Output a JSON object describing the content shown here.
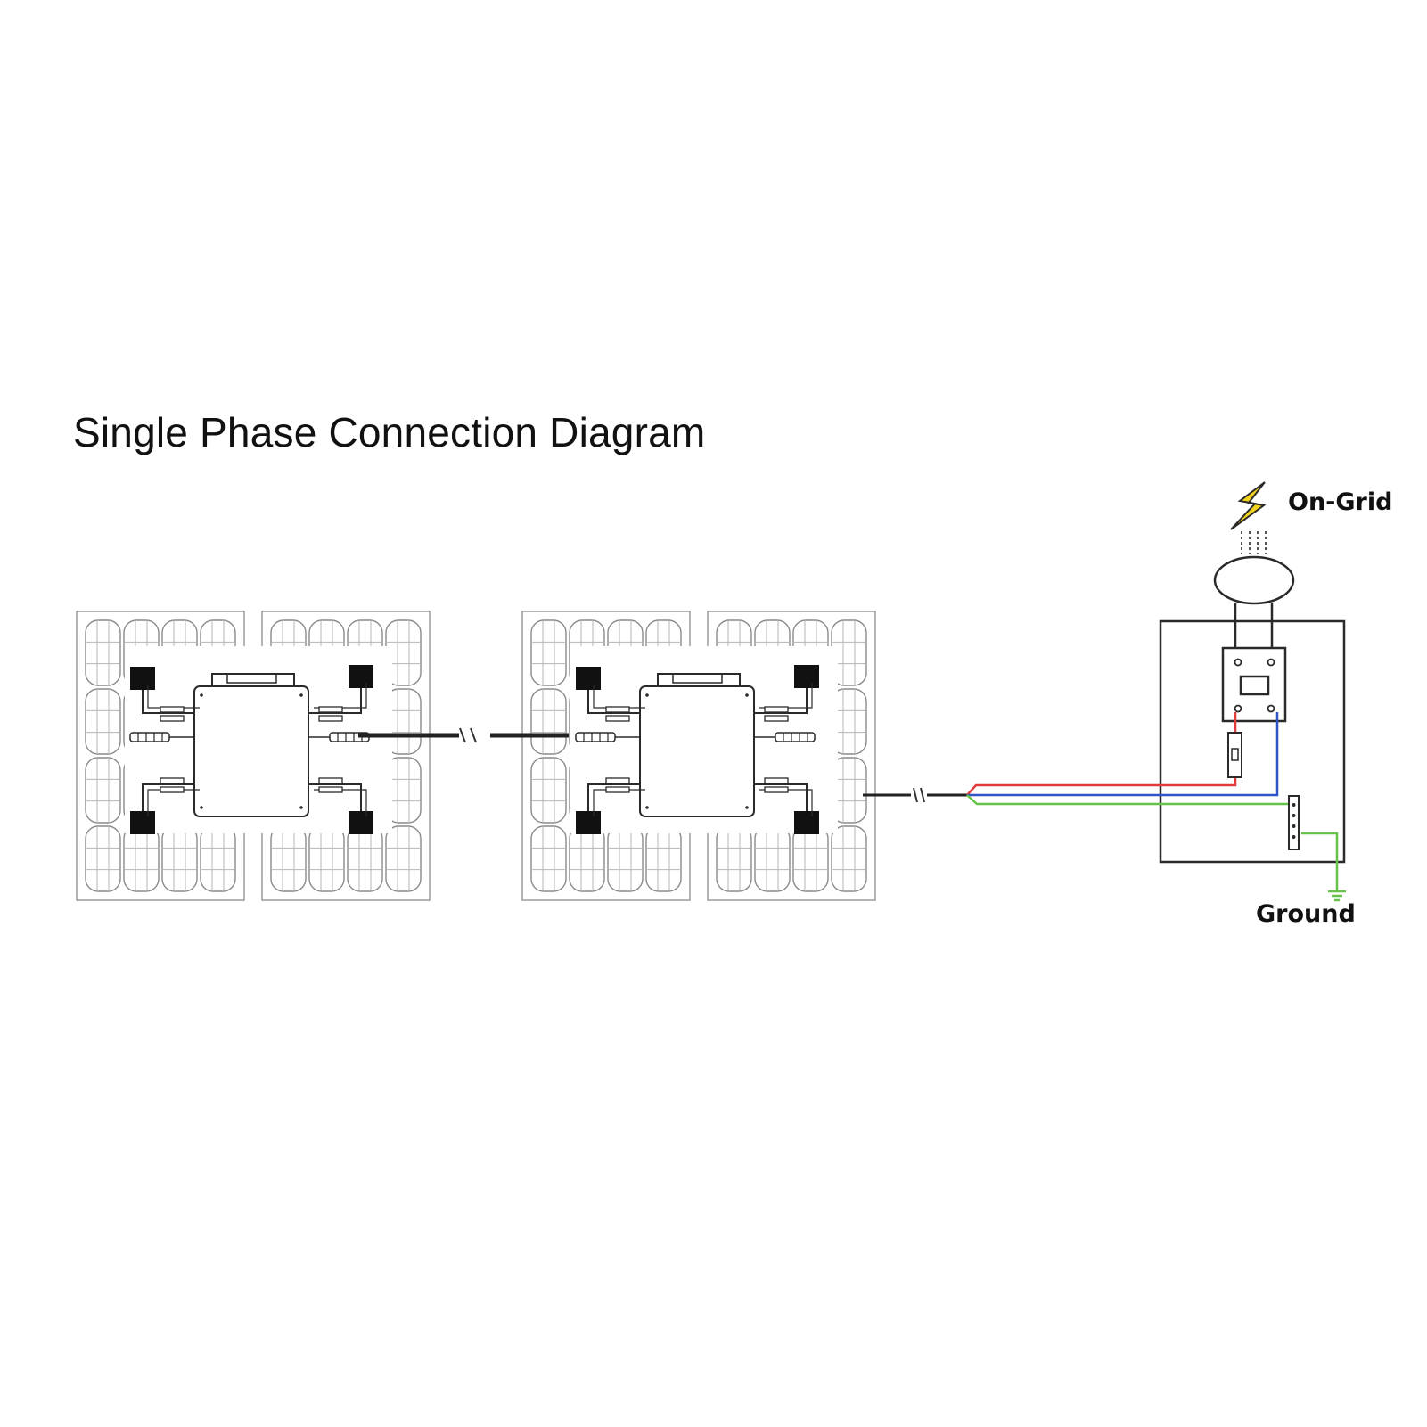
{
  "diagram": {
    "title": "Single Phase Connection Diagram",
    "grid_label": "On-Grid",
    "ground_label": "Ground"
  },
  "colors": {
    "line_wire": "#e23b3b",
    "neutral_wire": "#2f54c8",
    "ground_wire": "#67c24a",
    "lightning": "#f2d21c",
    "outline": "#2a2a2a",
    "cell_grid": "#8a8a8a"
  },
  "icons": {
    "lightning": "lightning-bolt-icon",
    "ground": "ground-symbol-icon",
    "breaker": "circuit-breaker-icon",
    "meter": "utility-meter-icon"
  }
}
